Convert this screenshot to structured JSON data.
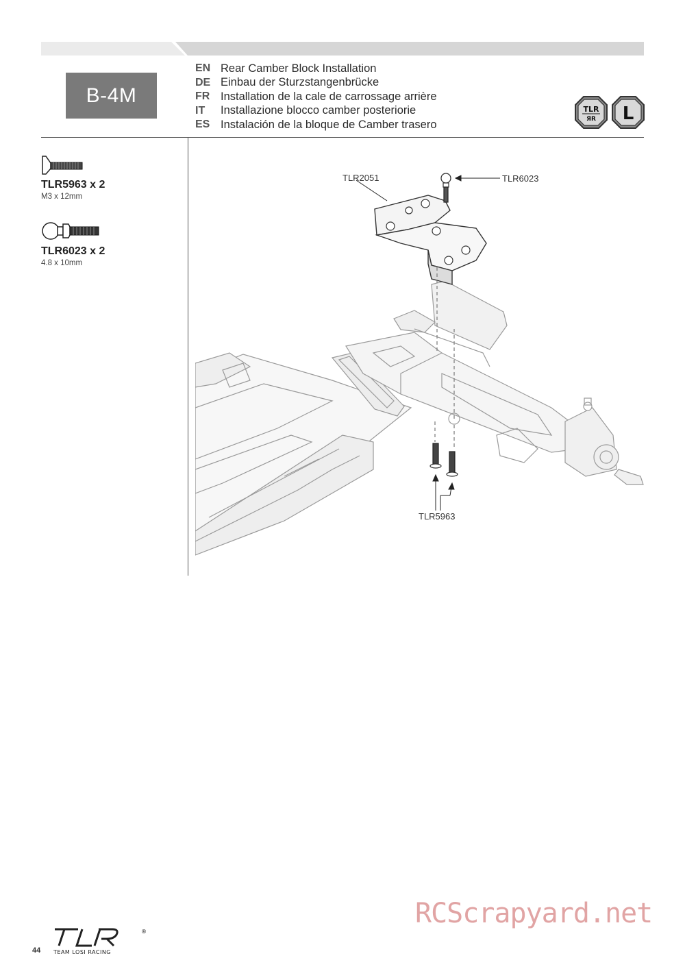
{
  "step": {
    "label": "B-4M"
  },
  "titles": [
    {
      "code": "EN",
      "text": "Rear Camber Block Installation"
    },
    {
      "code": "DE",
      "text": "Einbau der Sturzstangenbrücke"
    },
    {
      "code": "FR",
      "text": "Installation de la cale de carrossage arrière"
    },
    {
      "code": "IT",
      "text": "Installazione blocco camber posteriorie"
    },
    {
      "code": "ES",
      "text": "Instalación de la bloque de Camber trasero"
    }
  ],
  "badges": [
    {
      "icon": "tlr-octagon-icon",
      "text": "TLR"
    },
    {
      "icon": "loctite-octagon-icon",
      "text": "L"
    }
  ],
  "parts": [
    {
      "code": "TLR5963 x 2",
      "size": "M3 x 12mm",
      "icon": "flathead-screw-icon"
    },
    {
      "code": "TLR6023 x 2",
      "size": "4.8 x 10mm",
      "icon": "ball-stud-icon"
    }
  ],
  "callouts": {
    "camber_block": "TLR2051",
    "ball_stud": "TLR6023",
    "screws": "TLR5963"
  },
  "footer": {
    "page_number": "44",
    "logo_text": "TLR",
    "logo_subtext": "TEAM LOSI RACING",
    "watermark": "RCScrapyard.net"
  }
}
